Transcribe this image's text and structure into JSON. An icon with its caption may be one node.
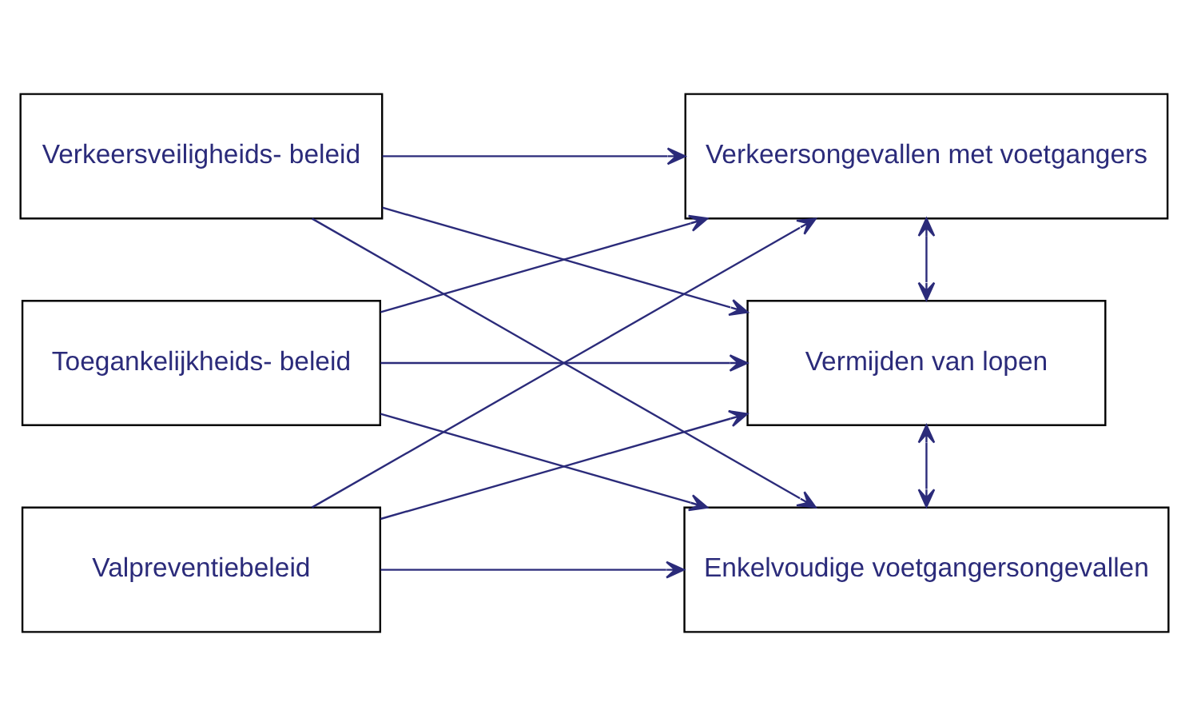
{
  "diagram": {
    "nodes": [
      {
        "text": [
          "Verkeersveiligheids- beleid"
        ]
      },
      {
        "text": [
          "Toegankelijkheids- beleid"
        ]
      },
      {
        "text": [
          "Valpreventiebeleid"
        ]
      },
      {
        "text": [
          "Verkeersongevallen met voetgangers"
        ]
      },
      {
        "text": [
          "Vermijden van lopen"
        ]
      },
      {
        "text": [
          "Enkelvoudige voetgangersongevallen"
        ]
      }
    ],
    "edges": [
      {
        "from": 0,
        "to": 3,
        "arrow": "to"
      },
      {
        "from": 0,
        "to": 4,
        "arrow": "to"
      },
      {
        "from": 0,
        "to": 5,
        "arrow": "to"
      },
      {
        "from": 1,
        "to": 3,
        "arrow": "to"
      },
      {
        "from": 1,
        "to": 4,
        "arrow": "to"
      },
      {
        "from": 1,
        "to": 5,
        "arrow": "to"
      },
      {
        "from": 2,
        "to": 3,
        "arrow": "to"
      },
      {
        "from": 2,
        "to": 4,
        "arrow": "to"
      },
      {
        "from": 2,
        "to": 5,
        "arrow": "to"
      },
      {
        "from": 3,
        "to": 4,
        "arrow": "both"
      },
      {
        "from": 4,
        "to": 5,
        "arrow": "both"
      }
    ]
  }
}
